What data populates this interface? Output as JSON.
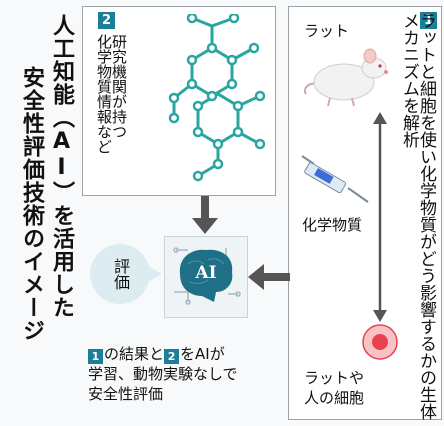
{
  "title": {
    "line1": "人工知能（AI）を活用した",
    "line2": "安全性評価技術のイメージ"
  },
  "panel2": {
    "badge": "2",
    "lines": [
      "研究機関が持つ",
      "化学物質情報など"
    ]
  },
  "panel1": {
    "badge": "1",
    "text": "ラットと細胞を使い化学物質がどう影響するかの生体メカニズムを解析",
    "rat_label": "ラット",
    "chemical_label": "化学物質",
    "cells_label_line1": "ラットや",
    "cells_label_line2": "人の細胞"
  },
  "evaluation": {
    "label": "評価",
    "ai_label": "AI"
  },
  "summary": {
    "badge1": "1",
    "text1": "の結果と",
    "badge2": "2",
    "text2": "をAIが",
    "line2": "学習、動物実験なしで",
    "line3": "安全性評価"
  },
  "colors": {
    "accent": "#1c7f9a",
    "arrow": "#555555",
    "molecule": "#2aa6a0",
    "cell": "#e8424f"
  }
}
